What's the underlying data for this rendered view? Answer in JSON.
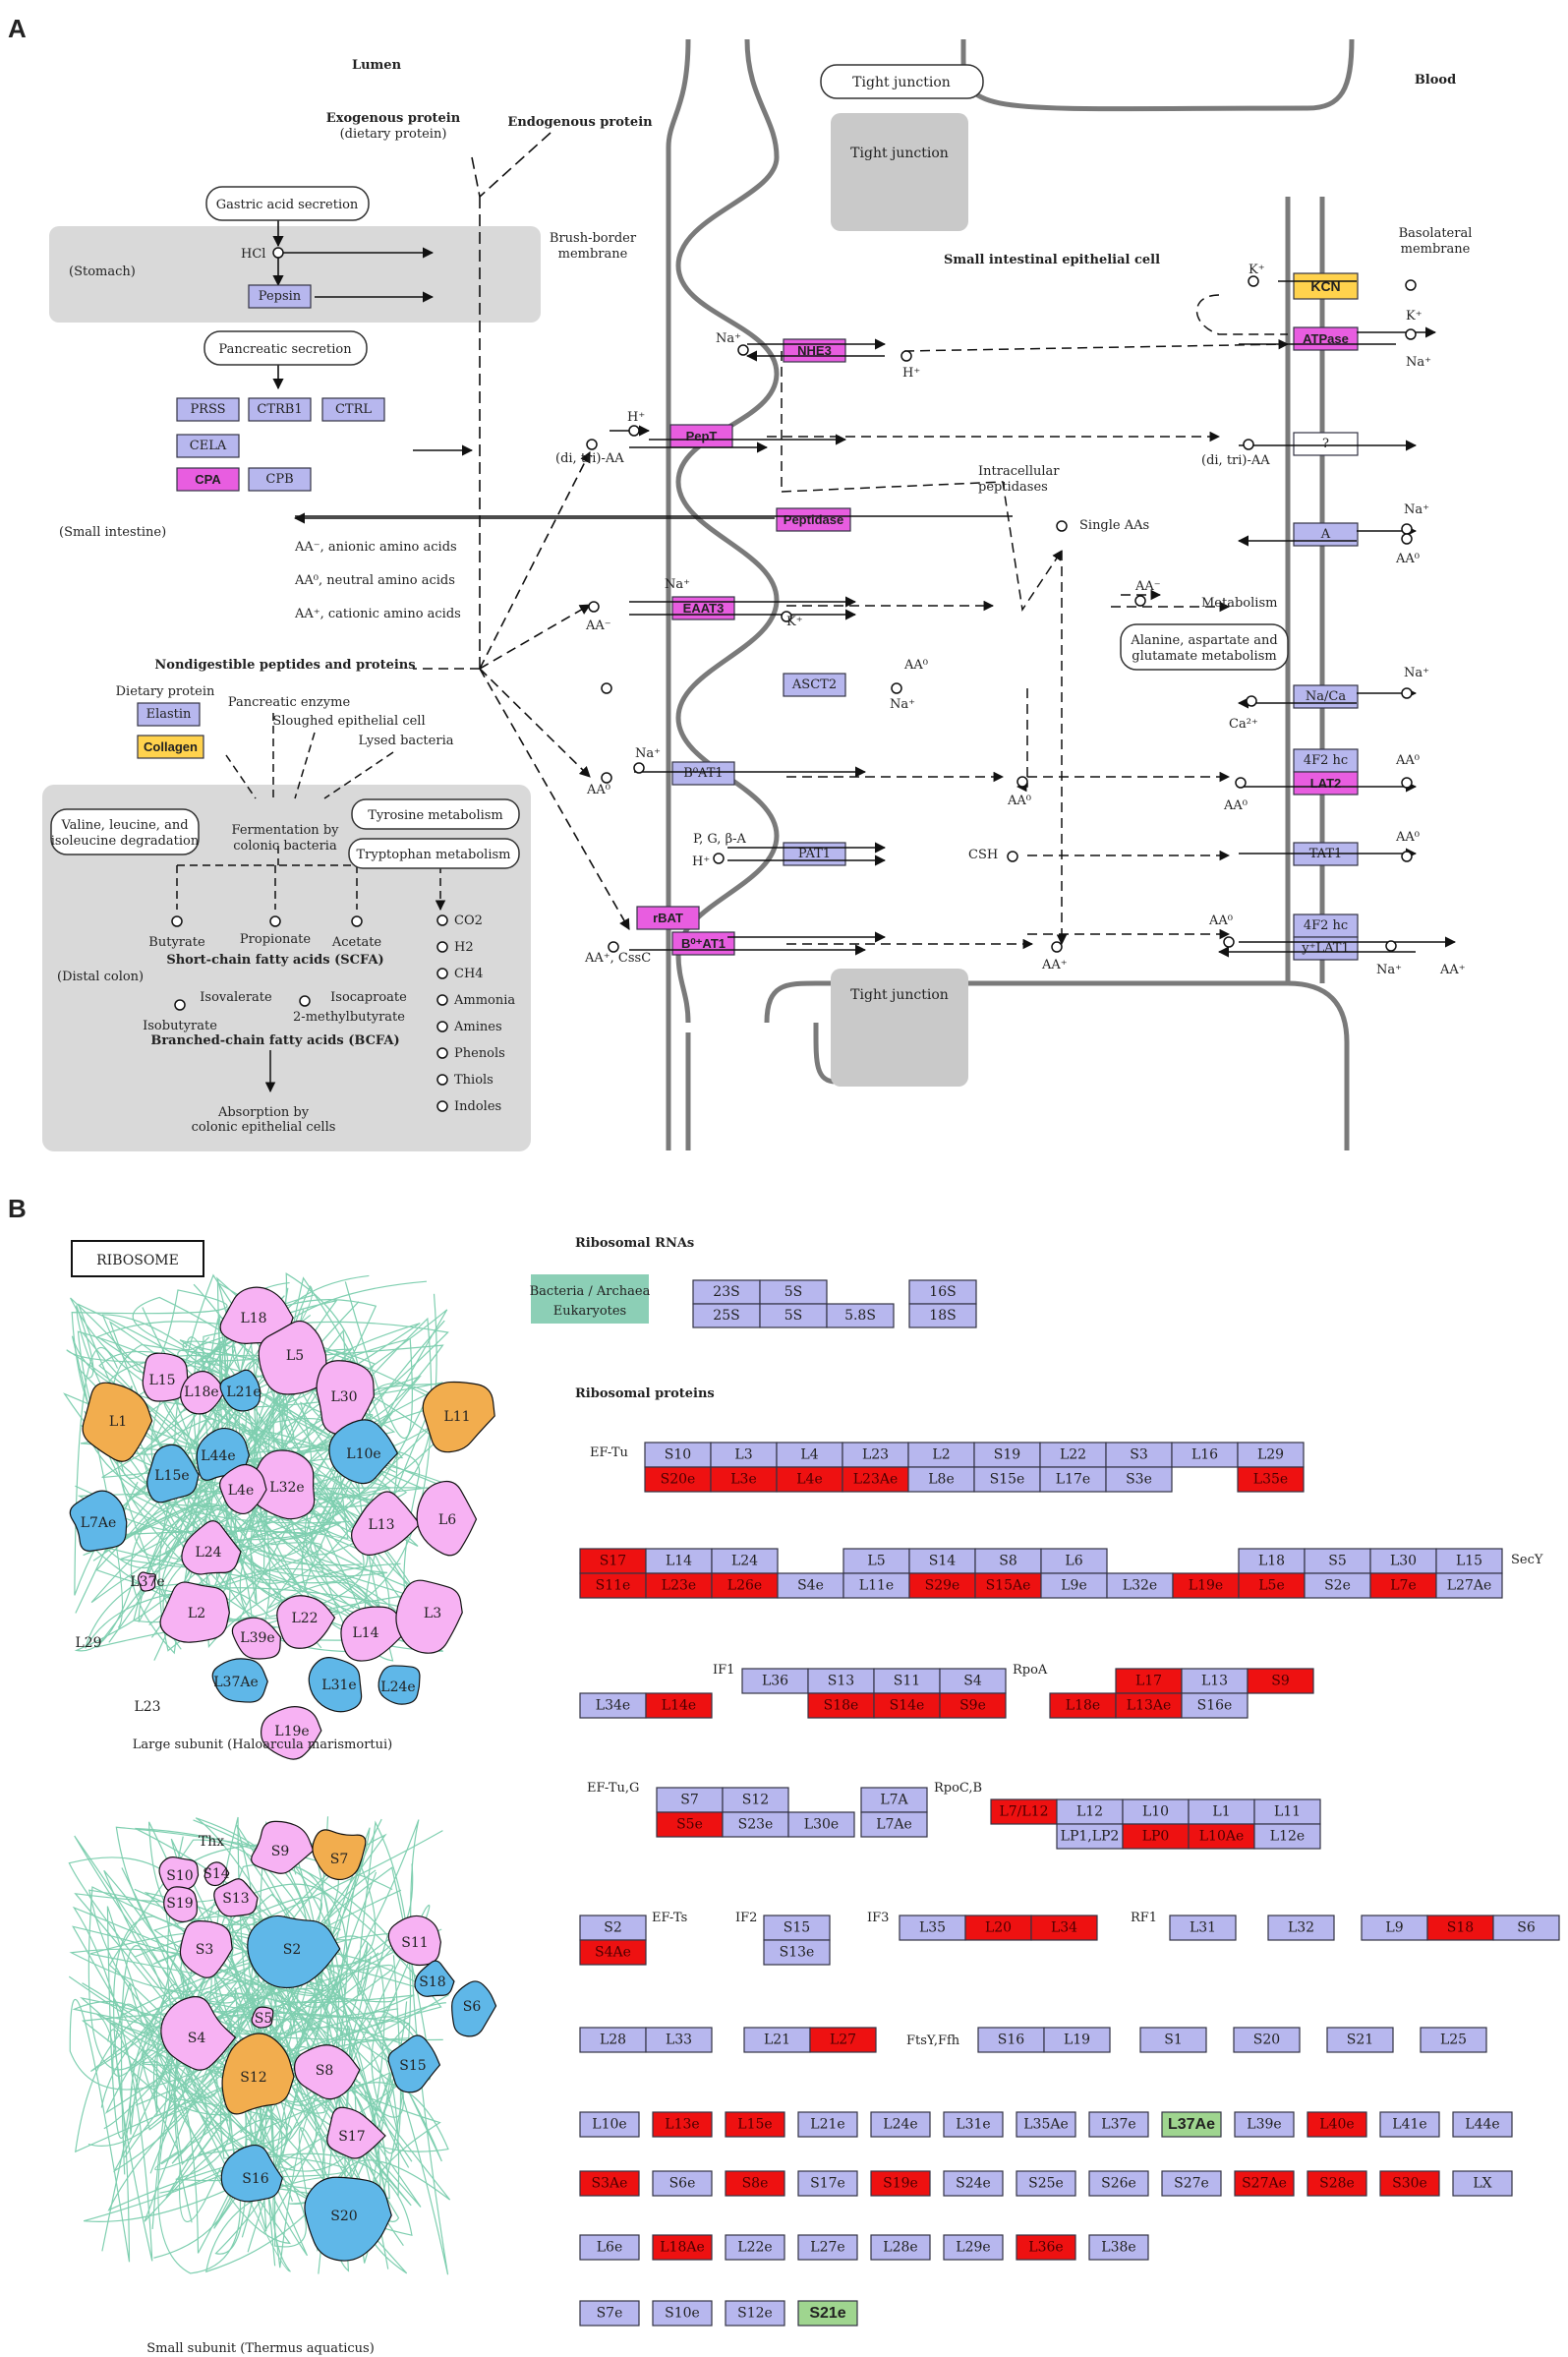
{
  "colors": {
    "lavender": "#b7b7ee",
    "magenta": "#e85de0",
    "yellow": "#ffd24d",
    "red": "#ee1111",
    "green": "#9fd58f",
    "teal": "#8ccfb6",
    "white": "#ffffff",
    "orange": "#f2ad4e",
    "pink": "#f7b2f3",
    "blue": "#5fb7e8"
  },
  "panelA": {
    "label": "A",
    "lumen": "Lumen",
    "blood": "Blood",
    "exogenous": "Exogenous protein",
    "dietary": "(dietary protein)",
    "endogenous": "Endogenous protein",
    "tight_top1": "Tight junction",
    "tight_top2": "Tight junction",
    "tight_bottom": "Tight junction",
    "brush1": "Brush-border",
    "brush2": "membrane",
    "baso1": "Basolateral",
    "baso2": "membrane",
    "sieclabel": "Small intestinal epithelial cell",
    "gastric": "Gastric acid secretion",
    "stomach": "(Stomach)",
    "hcl": "HCl",
    "pancreatic": "Pancreatic secretion",
    "small_int": "(Small intestine)",
    "aa_anionic": "AA⁻, anionic amino acids",
    "aa_neutral": "AA⁰, neutral amino acids",
    "aa_cationic": "AA⁺, cationic amino acids",
    "nondig": "Nondigestible peptides and proteins",
    "dietary_protein": "Dietary protein",
    "panc_enzyme": "Pancreatic enzyme",
    "sloughed": "Sloughed epithelial cell",
    "lysed": "Lysed bacteria",
    "valine1": "Valine, leucine, and",
    "valine2": "isoleucine degradation",
    "ferm1": "Fermentation by",
    "ferm2": "colonic bacteria",
    "tyrosine": "Tyrosine metabolism",
    "tryptophan": "Tryptophan metabolism",
    "butyrate": "Butyrate",
    "propionate": "Propionate",
    "acetate": "Acetate",
    "scfa": "Short-chain fatty acids (SCFA)",
    "isovalerate": "Isovalerate",
    "isocaproate": "Isocaproate",
    "methylbutyrate": "2-methylbutyrate",
    "isobutyrate": "Isobutyrate",
    "bcfa": "Branched-chain fatty acids (BCFA)",
    "distal": "(Distal colon)",
    "absorption1": "Absorption by",
    "absorption2": "colonic epithelial cells",
    "gases": [
      "CO2",
      "H2",
      "CH4",
      "Ammonia",
      "Amines",
      "Phenols",
      "Thiols",
      "Indoles"
    ],
    "intracellular1": "Intracellular",
    "intracellular2": "peptidases",
    "single_aas": "Single AAs",
    "metabolism": "Metabolism",
    "alanine1": "Alanine, aspartate and",
    "alanine2": "glutamate metabolism",
    "ditri_left1": "(di, tri)-AA",
    "ditri_left2": "(di, tri)-AA",
    "ditri_right": "(di, tri)-AA",
    "na": "Na⁺",
    "k": "K⁺",
    "h": "H⁺",
    "ca": "Ca²⁺",
    "aa0": "AA⁰",
    "aam": "AA⁻",
    "aap": "AA⁺",
    "pgba": "P, G, β-A",
    "csh": "CSH",
    "aacssc": "AA⁺, CssC",
    "enzymes": {
      "pepsin": "Pepsin",
      "prss": "PRSS",
      "ctrb1": "CTRB1",
      "ctrl": "CTRL",
      "cela": "CELA",
      "cpa": "CPA",
      "cpb": "CPB",
      "elastin": "Elastin",
      "collagen": "Collagen"
    },
    "transporters": {
      "nhe3": "NHE3",
      "pept": "PepT",
      "peptidase": "Peptidase",
      "eaat3": "EAAT3",
      "asct2": "ASCT2",
      "b0at1": "B⁰AT1",
      "pat1": "PAT1",
      "rbat": "rBAT",
      "b0at1b": "B⁰⁺AT1",
      "kcn": "KCN",
      "atpase": "ATPase",
      "unknown": "?",
      "a": "A",
      "naca": "Na/Ca",
      "f2hc1": "4F2 hc",
      "lat2": "LAT2",
      "tat1": "TAT1",
      "f2hc2": "4F2 hc",
      "ylat1": "y⁺LAT1"
    }
  },
  "panelB": {
    "label": "B",
    "ribosome": "RIBOSOME",
    "rrna_title": "Ribosomal RNAs",
    "rprot_title": "Ribosomal proteins",
    "legend1": "Bacteria / Archaea",
    "legend2": "Eukaryotes",
    "large_caption": "Large subunit (Haloarcula marismortui)",
    "small_caption": "Small subunit (Thermus aquaticus)",
    "labels": {
      "eftu": "EF-Tu",
      "secy": "SecY",
      "if1": "IF1",
      "rpoa": "RpoA",
      "eftug": "EF-Tu,G",
      "rpocb": "RpoC,B",
      "efts": "EF-Ts",
      "if2": "IF2",
      "if3": "IF3",
      "rf1": "RF1",
      "ftsy": "FtsY,Ffh"
    },
    "rrna": [
      [
        {
          "t": "23S",
          "c": "lavender"
        },
        {
          "t": "5S",
          "c": "lavender"
        },
        {
          "t": "",
          "c": "none"
        },
        {
          "t": "16S",
          "c": "lavender"
        }
      ],
      [
        {
          "t": "25S",
          "c": "lavender"
        },
        {
          "t": "5S",
          "c": "lavender"
        },
        {
          "t": "5.8S",
          "c": "lavender"
        },
        {
          "t": "18S",
          "c": "lavender"
        }
      ]
    ],
    "blocks": [
      {
        "top": [
          "S10",
          "L3",
          "L4",
          "L23",
          "L2",
          "S19",
          "L22",
          "S3",
          "L16",
          "L29"
        ],
        "topc": [
          "lavender",
          "lavender",
          "lavender",
          "lavender",
          "lavender",
          "lavender",
          "lavender",
          "lavender",
          "lavender",
          "lavender"
        ],
        "bot": [
          "S20e",
          "L3e",
          "L4e",
          "L23Ae",
          "L8e",
          "S15e",
          "L17e",
          "S3e",
          "",
          "L35e"
        ],
        "botc": [
          "red",
          "red",
          "red",
          "red",
          "lavender",
          "lavender",
          "lavender",
          "lavender",
          "none",
          "red"
        ]
      },
      {
        "top": [
          "S17",
          "L14",
          "L24",
          "",
          "L5",
          "S14",
          "S8",
          "L6",
          "",
          "",
          "L18",
          "S5",
          "L30",
          "L15"
        ],
        "topc": [
          "red",
          "lavender",
          "lavender",
          "none",
          "lavender",
          "lavender",
          "lavender",
          "lavender",
          "none",
          "none",
          "lavender",
          "lavender",
          "lavender",
          "lavender"
        ],
        "bot": [
          "S11e",
          "L23e",
          "L26e",
          "S4e",
          "L11e",
          "S29e",
          "S15Ae",
          "L9e",
          "L32e",
          "L19e",
          "L5e",
          "S2e",
          "L7e",
          "L27Ae"
        ],
        "botc": [
          "red",
          "red",
          "red",
          "lavender",
          "lavender",
          "red",
          "red",
          "lavender",
          "lavender",
          "red",
          "red",
          "lavender",
          "red",
          "lavender"
        ]
      }
    ],
    "row3_top": [
      {
        "t": "L36",
        "c": "lavender"
      },
      {
        "t": "S13",
        "c": "lavender"
      },
      {
        "t": "S11",
        "c": "lavender"
      },
      {
        "t": "S4",
        "c": "lavender"
      }
    ],
    "row3_bot": [
      {
        "t": "L34e",
        "c": "lavender"
      },
      {
        "t": "L14e",
        "c": "red"
      },
      {
        "t": "S18e",
        "c": "red"
      },
      {
        "t": "S14e",
        "c": "red"
      },
      {
        "t": "S9e",
        "c": "red"
      }
    ],
    "row3_right_top": [
      {
        "t": "L17",
        "c": "red"
      },
      {
        "t": "L13",
        "c": "lavender"
      },
      {
        "t": "S9",
        "c": "red"
      }
    ],
    "row3_right_bot": [
      {
        "t": "L18e",
        "c": "red"
      },
      {
        "t": "L13Ae",
        "c": "red"
      },
      {
        "t": "S16e",
        "c": "lavender"
      }
    ],
    "row4_top": [
      {
        "t": "S7",
        "c": "lavender"
      },
      {
        "t": "S12",
        "c": "lavender"
      }
    ],
    "row4_bot": [
      {
        "t": "S5e",
        "c": "red"
      },
      {
        "t": "S23e",
        "c": "lavender"
      },
      {
        "t": "L30e",
        "c": "lavender"
      }
    ],
    "row4_l7a": [
      {
        "t": "L7A",
        "c": "lavender"
      },
      {
        "t": "L7Ae",
        "c": "lavender"
      }
    ],
    "row4_right_top": [
      {
        "t": "L7/L12",
        "c": "red"
      },
      {
        "t": "L12",
        "c": "lavender"
      },
      {
        "t": "L10",
        "c": "lavender"
      },
      {
        "t": "L1",
        "c": "lavender"
      },
      {
        "t": "L11",
        "c": "lavender"
      }
    ],
    "row4_right_bot": [
      {
        "t": "LP1,LP2",
        "c": "lavender"
      },
      {
        "t": "LP0",
        "c": "red"
      },
      {
        "t": "L10Ae",
        "c": "red"
      },
      {
        "t": "L12e",
        "c": "lavender"
      }
    ],
    "row5": [
      {
        "t": "S2",
        "c": "lavender"
      },
      {
        "t": "S4Ae",
        "c": "red"
      },
      {
        "t": "S15",
        "c": "lavender"
      },
      {
        "t": "S13e",
        "c": "lavender"
      },
      {
        "t": "L35",
        "c": "lavender"
      },
      {
        "t": "L20",
        "c": "red"
      },
      {
        "t": "L34",
        "c": "red"
      },
      {
        "t": "L31",
        "c": "lavender"
      },
      {
        "t": "L32",
        "c": "lavender"
      },
      {
        "t": "L9",
        "c": "lavender"
      },
      {
        "t": "S18",
        "c": "red"
      },
      {
        "t": "S6",
        "c": "lavender"
      }
    ],
    "row6": [
      {
        "t": "L28",
        "c": "lavender"
      },
      {
        "t": "L33",
        "c": "lavender"
      },
      {
        "t": "L21",
        "c": "lavender"
      },
      {
        "t": "L27",
        "c": "red"
      },
      {
        "t": "S16",
        "c": "lavender"
      },
      {
        "t": "L19",
        "c": "lavender"
      },
      {
        "t": "S1",
        "c": "lavender"
      },
      {
        "t": "S20",
        "c": "lavender"
      },
      {
        "t": "S21",
        "c": "lavender"
      },
      {
        "t": "L25",
        "c": "lavender"
      }
    ],
    "row7": [
      {
        "t": "L10e",
        "c": "lavender"
      },
      {
        "t": "L13e",
        "c": "red"
      },
      {
        "t": "L15e",
        "c": "red"
      },
      {
        "t": "L21e",
        "c": "lavender"
      },
      {
        "t": "L24e",
        "c": "lavender"
      },
      {
        "t": "L31e",
        "c": "lavender"
      },
      {
        "t": "L35Ae",
        "c": "lavender"
      },
      {
        "t": "L37e",
        "c": "lavender"
      },
      {
        "t": "L37Ae",
        "c": "green"
      },
      {
        "t": "L39e",
        "c": "lavender"
      },
      {
        "t": "L40e",
        "c": "red"
      },
      {
        "t": "L41e",
        "c": "lavender"
      },
      {
        "t": "L44e",
        "c": "lavender"
      }
    ],
    "row8": [
      {
        "t": "S3Ae",
        "c": "red"
      },
      {
        "t": "S6e",
        "c": "lavender"
      },
      {
        "t": "S8e",
        "c": "red"
      },
      {
        "t": "S17e",
        "c": "lavender"
      },
      {
        "t": "S19e",
        "c": "red"
      },
      {
        "t": "S24e",
        "c": "lavender"
      },
      {
        "t": "S25e",
        "c": "lavender"
      },
      {
        "t": "S26e",
        "c": "lavender"
      },
      {
        "t": "S27e",
        "c": "lavender"
      },
      {
        "t": "S27Ae",
        "c": "red"
      },
      {
        "t": "S28e",
        "c": "red"
      },
      {
        "t": "S30e",
        "c": "red"
      },
      {
        "t": "LX",
        "c": "lavender"
      }
    ],
    "row9": [
      {
        "t": "L6e",
        "c": "lavender"
      },
      {
        "t": "L18Ae",
        "c": "red"
      },
      {
        "t": "L22e",
        "c": "lavender"
      },
      {
        "t": "L27e",
        "c": "lavender"
      },
      {
        "t": "L28e",
        "c": "lavender"
      },
      {
        "t": "L29e",
        "c": "lavender"
      },
      {
        "t": "L36e",
        "c": "red"
      },
      {
        "t": "L38e",
        "c": "lavender"
      }
    ],
    "row10": [
      {
        "t": "S7e",
        "c": "lavender"
      },
      {
        "t": "S10e",
        "c": "lavender"
      },
      {
        "t": "S12e",
        "c": "lavender"
      },
      {
        "t": "S21e",
        "c": "green"
      }
    ],
    "large_blobs": [
      {
        "t": "L1",
        "c": "orange"
      },
      {
        "t": "L11",
        "c": "orange"
      },
      {
        "t": "L18",
        "c": "pink"
      },
      {
        "t": "L5",
        "c": "pink"
      },
      {
        "t": "L15",
        "c": "pink"
      },
      {
        "t": "L18e",
        "c": "pink"
      },
      {
        "t": "L21e",
        "c": "blue"
      },
      {
        "t": "L30",
        "c": "pink"
      },
      {
        "t": "L10e",
        "c": "blue"
      },
      {
        "t": "L44e",
        "c": "blue"
      },
      {
        "t": "L32e",
        "c": "pink"
      },
      {
        "t": "L15e",
        "c": "blue"
      },
      {
        "t": "L4e",
        "c": "pink"
      },
      {
        "t": "L13",
        "c": "pink"
      },
      {
        "t": "L6",
        "c": "pink"
      },
      {
        "t": "L7Ae",
        "c": "blue"
      },
      {
        "t": "L24",
        "c": "pink"
      },
      {
        "t": "L37e",
        "c": "pink"
      },
      {
        "t": "L2",
        "c": "pink"
      },
      {
        "t": "L22",
        "c": "pink"
      },
      {
        "t": "L14",
        "c": "pink"
      },
      {
        "t": "L3",
        "c": "pink"
      },
      {
        "t": "L39e",
        "c": "pink"
      },
      {
        "t": "L37Ae",
        "c": "blue"
      },
      {
        "t": "L31e",
        "c": "blue"
      },
      {
        "t": "L24e",
        "c": "blue"
      },
      {
        "t": "L19e",
        "c": "pink"
      },
      {
        "t": "L29",
        "c": "none"
      },
      {
        "t": "L23",
        "c": "none"
      }
    ],
    "small_blobs": [
      {
        "t": "Thx",
        "c": "none"
      },
      {
        "t": "S9",
        "c": "pink"
      },
      {
        "t": "S10",
        "c": "pink"
      },
      {
        "t": "S14",
        "c": "pink"
      },
      {
        "t": "S19",
        "c": "pink"
      },
      {
        "t": "S13",
        "c": "pink"
      },
      {
        "t": "S7",
        "c": "orange"
      },
      {
        "t": "S3",
        "c": "pink"
      },
      {
        "t": "S2",
        "c": "blue"
      },
      {
        "t": "S11",
        "c": "pink"
      },
      {
        "t": "S18",
        "c": "blue"
      },
      {
        "t": "S6",
        "c": "blue"
      },
      {
        "t": "S4",
        "c": "pink"
      },
      {
        "t": "S5",
        "c": "pink"
      },
      {
        "t": "S12",
        "c": "orange"
      },
      {
        "t": "S8",
        "c": "pink"
      },
      {
        "t": "S15",
        "c": "blue"
      },
      {
        "t": "S17",
        "c": "pink"
      },
      {
        "t": "S16",
        "c": "blue"
      },
      {
        "t": "S20",
        "c": "blue"
      }
    ]
  }
}
